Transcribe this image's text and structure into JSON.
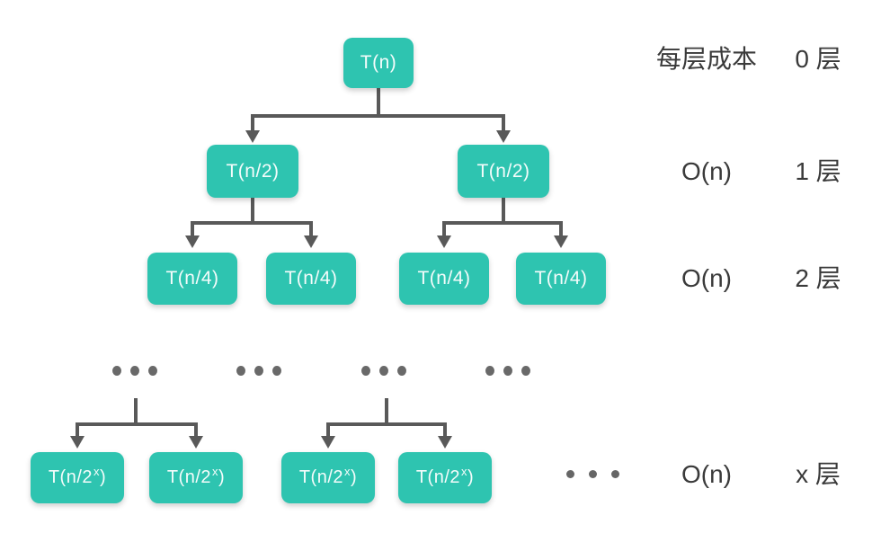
{
  "colors": {
    "node_fill": "#2ec4b0",
    "node_text": "#ffffff",
    "connector": "#595959",
    "annotation_text": "#3a3a3a",
    "background": "#ffffff"
  },
  "nodes": {
    "root": "T(n)",
    "level1": [
      "T(n/2)",
      "T(n/2)"
    ],
    "level2": [
      "T(n/4)",
      "T(n/4)",
      "T(n/4)",
      "T(n/4)"
    ],
    "levelx": [
      {
        "base": "T(n/2",
        "sup": "x",
        "close": ")"
      },
      {
        "base": "T(n/2",
        "sup": "x",
        "close": ")"
      },
      {
        "base": "T(n/2",
        "sup": "x",
        "close": ")"
      },
      {
        "base": "T(n/2",
        "sup": "x",
        "close": ")"
      }
    ]
  },
  "annotations": {
    "rows": [
      {
        "cost": "每层成本",
        "level": "0 层"
      },
      {
        "cost": "O(n)",
        "level": "1 层"
      },
      {
        "cost": "O(n)",
        "level": "2 层"
      },
      {
        "cost": "O(n)",
        "level": "x 层"
      }
    ]
  },
  "icons": {
    "ellipsis_dot": "•",
    "arrowhead": "▼"
  }
}
